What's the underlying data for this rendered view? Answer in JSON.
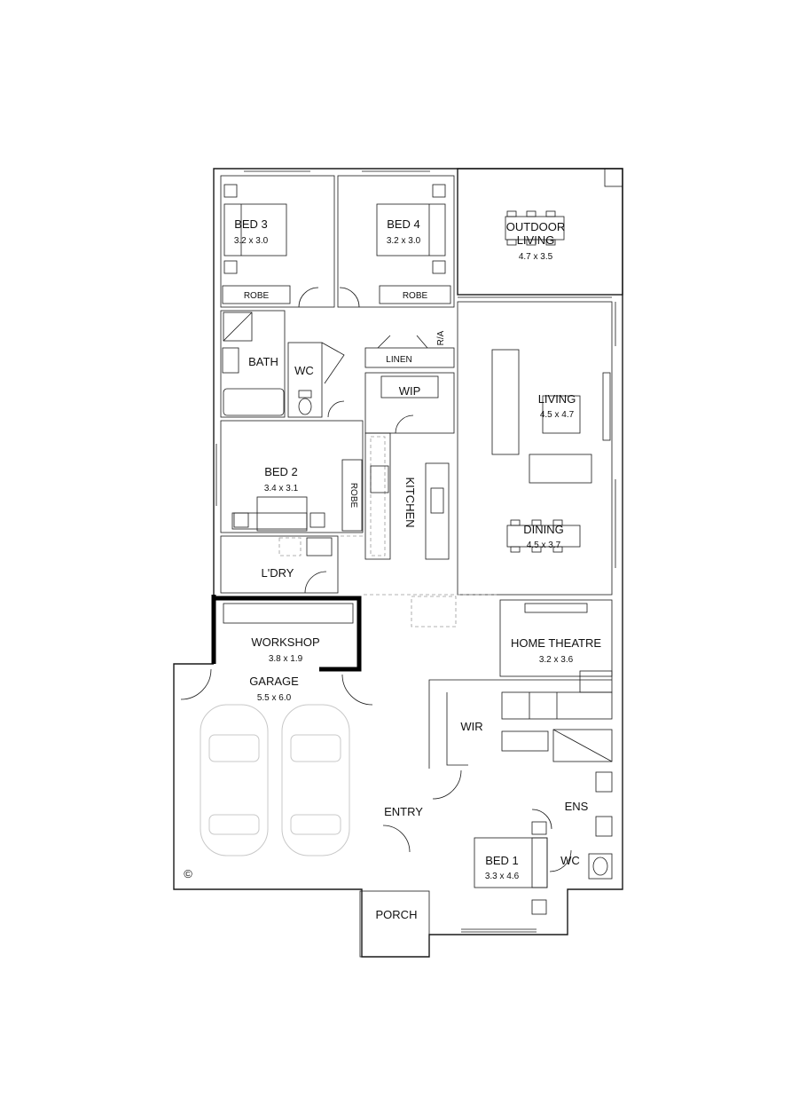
{
  "rooms": {
    "bed3": {
      "name": "BED 3",
      "dims": "3.2 x 3.0"
    },
    "bed4": {
      "name": "BED 4",
      "dims": "3.2 x 3.0"
    },
    "outdoor": {
      "name_line1": "OUTDOOR",
      "name_line2": "LIVING",
      "dims": "4.7 x 3.5"
    },
    "robe_bed3": "ROBE",
    "robe_bed4": "ROBE",
    "bath": "BATH",
    "wc_main": "WC",
    "linen": "LINEN",
    "ra": "R/A",
    "wip": "WIP",
    "living": {
      "name": "LIVING",
      "dims": "4.5 x 4.7"
    },
    "bed2": {
      "name": "BED 2",
      "dims": "3.4 x 3.1"
    },
    "robe_bed2": "ROBE",
    "kitchen": "KITCHEN",
    "dining": {
      "name": "DINING",
      "dims": "4.5 x 3.7"
    },
    "laundry": "L'DRY",
    "workshop": {
      "name": "WORKSHOP",
      "dims": "3.8 x 1.9"
    },
    "home_theatre": {
      "name": "HOME THEATRE",
      "dims": "3.2 x 3.6"
    },
    "garage": {
      "name": "GARAGE",
      "dims": "5.5 x 6.0"
    },
    "wir": "WIR",
    "entry": "ENTRY",
    "ens": "ENS",
    "bed1": {
      "name": "BED 1",
      "dims": "3.3 x 4.6"
    },
    "wc_ens": "WC",
    "porch": "PORCH"
  },
  "copyright": "©"
}
